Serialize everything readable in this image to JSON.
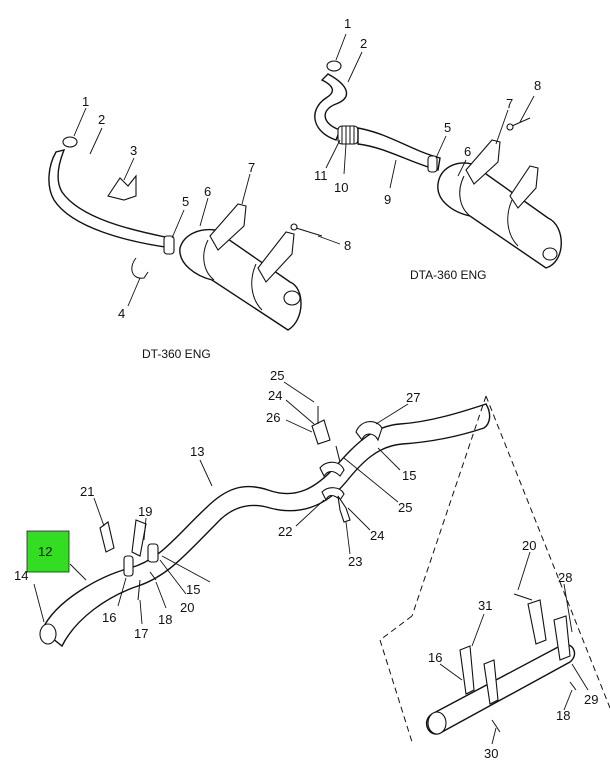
{
  "captions": {
    "dt360": "DT-360 ENG",
    "dta360": "DTA-360 ENG"
  },
  "highlight": {
    "label": "12",
    "color": "#33dd22"
  },
  "callouts": {
    "a1": "1",
    "a2": "2",
    "a3": "3",
    "a4": "4",
    "a5": "5",
    "a6": "6",
    "a7": "7",
    "a8": "8",
    "b1": "1",
    "b2": "2",
    "b5": "5",
    "b6": "6",
    "b7": "7",
    "b8": "8",
    "b9": "9",
    "b10": "10",
    "b11": "11",
    "c13": "13",
    "c14": "14",
    "c15a": "15",
    "c15b": "15",
    "c16": "16",
    "c17": "17",
    "c18": "18",
    "c19": "19",
    "c20": "20",
    "c21": "21",
    "c22": "22",
    "c23": "23",
    "c24a": "24",
    "c24b": "24",
    "c25a": "25",
    "c25b": "25",
    "c26": "26",
    "c27": "27",
    "d16": "16",
    "d18": "18",
    "d20": "20",
    "d28": "28",
    "d29": "29",
    "d30": "30",
    "d31": "31"
  }
}
